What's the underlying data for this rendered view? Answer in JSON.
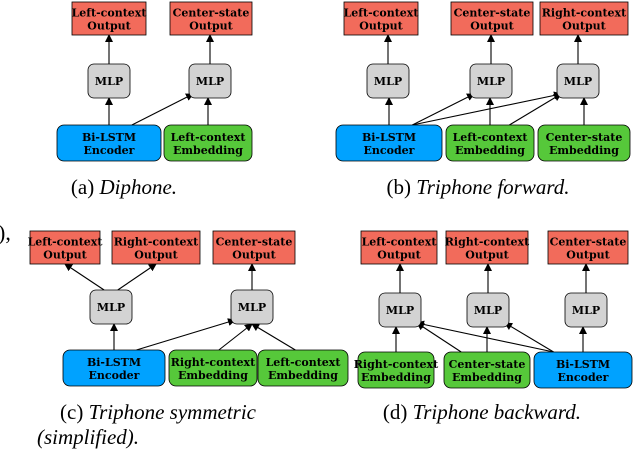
{
  "colors": {
    "output": "#f26b5b",
    "mlp": "#d3d3d3",
    "encoder": "#00a2ff",
    "embedding": "#56c83a",
    "stroke": "#000000"
  },
  "stray_text": "),",
  "panels": [
    {
      "id": "a",
      "caption_prefix": "(a) ",
      "caption_italic": "Diphone.",
      "caption_line2": "",
      "outputs": [
        {
          "line1": "Left-context",
          "line2": "Output"
        },
        {
          "line1": "Center-state",
          "line2": "Output"
        }
      ],
      "mlps": [
        "MLP",
        "MLP"
      ],
      "inputs": [
        {
          "line1": "Bi-LSTM",
          "line2": "Encoder",
          "kind": "encoder"
        },
        {
          "line1": "Left-context",
          "line2": "Embedding",
          "kind": "embedding"
        }
      ]
    },
    {
      "id": "b",
      "caption_prefix": "(b) ",
      "caption_italic": "Triphone forward.",
      "caption_line2": "",
      "outputs": [
        {
          "line1": "Left-context",
          "line2": "Output"
        },
        {
          "line1": "Center-state",
          "line2": "Output"
        },
        {
          "line1": "Right-context",
          "line2": "Output"
        }
      ],
      "mlps": [
        "MLP",
        "MLP",
        "MLP"
      ],
      "inputs": [
        {
          "line1": "Bi-LSTM",
          "line2": "Encoder",
          "kind": "encoder"
        },
        {
          "line1": "Left-context",
          "line2": "Embedding",
          "kind": "embedding"
        },
        {
          "line1": "Center-state",
          "line2": "Embedding",
          "kind": "embedding"
        }
      ]
    },
    {
      "id": "c",
      "caption_prefix": "(c) ",
      "caption_italic": "Triphone symmetric",
      "caption_line2": "(simplified).",
      "outputs": [
        {
          "line1": "Left-context",
          "line2": "Output"
        },
        {
          "line1": "Right-context",
          "line2": "Output"
        },
        {
          "line1": "Center-state",
          "line2": "Output"
        }
      ],
      "mlps": [
        "MLP",
        "MLP"
      ],
      "inputs": [
        {
          "line1": "Bi-LSTM",
          "line2": "Encoder",
          "kind": "encoder"
        },
        {
          "line1": "Right-context",
          "line2": "Embedding",
          "kind": "embedding"
        },
        {
          "line1": "Left-context",
          "line2": "Embedding",
          "kind": "embedding"
        }
      ]
    },
    {
      "id": "d",
      "caption_prefix": "(d) ",
      "caption_italic": "Triphone backward.",
      "caption_line2": "",
      "outputs": [
        {
          "line1": "Left-context",
          "line2": "Output"
        },
        {
          "line1": "Right-context",
          "line2": "Output"
        },
        {
          "line1": "Center-state",
          "line2": "Output"
        }
      ],
      "mlps": [
        "MLP",
        "MLP",
        "MLP"
      ],
      "inputs": [
        {
          "line1": "Right-context",
          "line2": "Embedding",
          "kind": "embedding"
        },
        {
          "line1": "Center-state",
          "line2": "Embedding",
          "kind": "embedding"
        },
        {
          "line1": "Bi-LSTM",
          "line2": "Encoder",
          "kind": "encoder"
        }
      ]
    }
  ]
}
